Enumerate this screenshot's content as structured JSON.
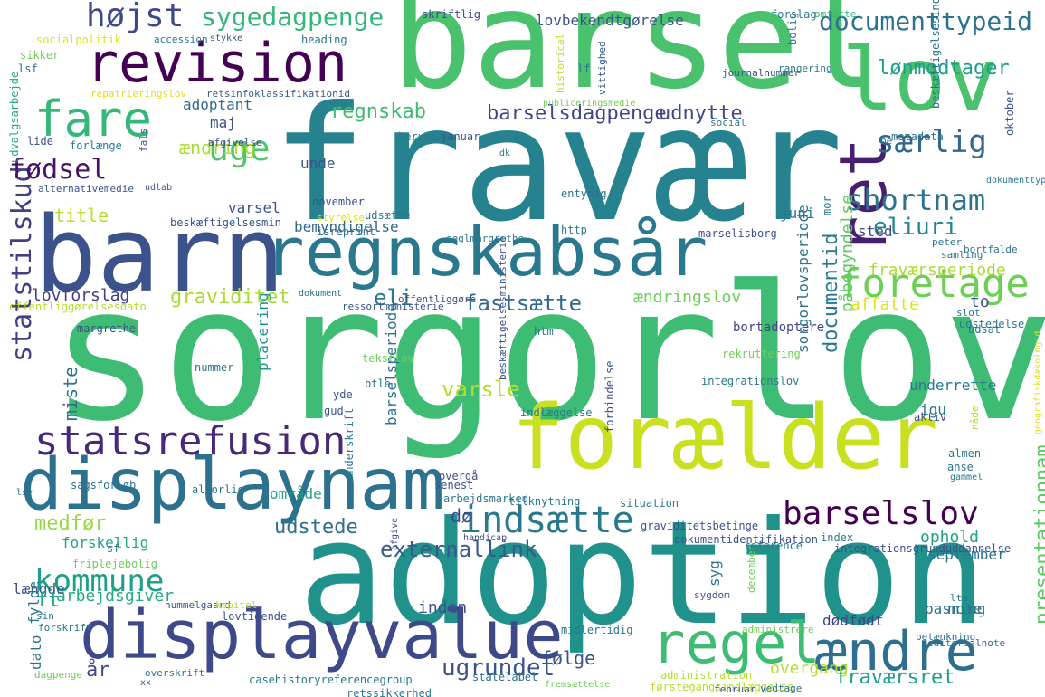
{
  "words": [
    {
      "text": "sorgorlov",
      "color": "#3fbc73"
    },
    {
      "text": "fravær",
      "color": "#26828e"
    },
    {
      "text": "barsel",
      "color": "#4ac16d"
    },
    {
      "text": "adoption",
      "color": "#21918c"
    },
    {
      "text": "barn",
      "color": "#3b528b"
    },
    {
      "text": "forælder",
      "color": "#c8e020"
    },
    {
      "text": "lov",
      "color": "#4ac16d"
    },
    {
      "text": "regnskabsår",
      "color": "#2a788e"
    },
    {
      "text": "displaynam",
      "color": "#2c728e"
    },
    {
      "text": "displayvalue",
      "color": "#3e4989"
    },
    {
      "text": "revision",
      "color": "#440154"
    },
    {
      "text": "fare",
      "color": "#35b779"
    },
    {
      "text": "ret",
      "color": "#481f70"
    },
    {
      "text": "regel",
      "color": "#3fbc73"
    },
    {
      "text": "ændre",
      "color": "#2e6e8e"
    },
    {
      "text": "foretage",
      "color": "#6ece58"
    },
    {
      "text": "statsrefusion",
      "color": "#482878"
    },
    {
      "text": "indsætte",
      "color": "#2a788e"
    },
    {
      "text": "barselslov",
      "color": "#440154"
    },
    {
      "text": "kommune",
      "color": "#1f9e89"
    },
    {
      "text": "særlig",
      "color": "#31688e"
    },
    {
      "text": "shortnam",
      "color": "#2c728e"
    },
    {
      "text": "højst",
      "color": "#3e4989"
    },
    {
      "text": "uge",
      "color": "#52c569"
    },
    {
      "text": "statstilskud",
      "color": "#433e85"
    },
    {
      "text": "fødsel",
      "color": "#471365"
    },
    {
      "text": "documenttypeid",
      "color": "#2c728e"
    },
    {
      "text": "sygedagpenge",
      "color": "#35b779"
    },
    {
      "text": "eliuri",
      "color": "#23888e"
    },
    {
      "text": "lønmodtager",
      "color": "#1f9e89"
    },
    {
      "text": "barselsdagpenge",
      "color": "#414487"
    },
    {
      "text": "graviditet",
      "color": "#a8db34"
    },
    {
      "text": "regnskab",
      "color": "#3fbc73"
    },
    {
      "text": "udnytte",
      "color": "#3e4989"
    },
    {
      "text": "fastsætte",
      "color": "#31688e"
    },
    {
      "text": "externallink",
      "color": "#38598c"
    },
    {
      "text": "varsle",
      "color": "#b5de2b"
    },
    {
      "text": "presentationnam",
      "color": "#5ec962"
    },
    {
      "text": "documentid",
      "color": "#2a788e"
    },
    {
      "text": "medfør",
      "color": "#95d840"
    },
    {
      "text": "udstede",
      "color": "#2d708e"
    },
    {
      "text": "ugrundet",
      "color": "#3b528b"
    },
    {
      "text": "fraværsret",
      "color": "#1f9e89"
    },
    {
      "text": "lovforslag",
      "color": "#433e85"
    },
    {
      "text": "eli",
      "color": "#2a788e"
    },
    {
      "text": "ændring",
      "color": "#a8db34"
    },
    {
      "text": "title",
      "color": "#b5de2b"
    },
    {
      "text": "miste",
      "color": "#2c728e"
    },
    {
      "text": "adoptant",
      "color": "#31688e"
    },
    {
      "text": "maj",
      "color": "#3b528b"
    },
    {
      "text": "bemyndigelse",
      "color": "#31688e"
    },
    {
      "text": "sorgorlovsperiode",
      "color": "#2c728e"
    },
    {
      "text": "ændringslov",
      "color": "#6ece58"
    },
    {
      "text": "fraværsperiode",
      "color": "#a8db34"
    },
    {
      "text": "påbegyndelse",
      "color": "#5ec962"
    },
    {
      "text": "affatte",
      "color": "#dde318"
    },
    {
      "text": "barselsperiode",
      "color": "#2c728e"
    },
    {
      "text": "placering",
      "color": "#21918c"
    },
    {
      "text": "varsel",
      "color": "#3b528b"
    },
    {
      "text": "område",
      "color": "#1f9e89"
    },
    {
      "text": "forskellig",
      "color": "#22a785"
    },
    {
      "text": "arbejdsgiver",
      "color": "#25ab82"
    },
    {
      "text": "længde",
      "color": "#3b528b"
    },
    {
      "text": "ft",
      "color": "#22a785"
    },
    {
      "text": "år",
      "color": "#3e4989"
    },
    {
      "text": "følge",
      "color": "#3b528b"
    },
    {
      "text": "overgang",
      "color": "#b5de2b"
    },
    {
      "text": "ophold",
      "color": "#20a386"
    },
    {
      "text": "september",
      "color": "#2c728e"
    },
    {
      "text": "dødfødt",
      "color": "#414487"
    },
    {
      "text": "pasning",
      "color": "#2c728e"
    },
    {
      "text": "note",
      "color": "#2a788e"
    },
    {
      "text": "inden",
      "color": "#3b528b"
    },
    {
      "text": "syg",
      "color": "#2a788e"
    },
    {
      "text": "dø",
      "color": "#3e4989"
    },
    {
      "text": "fylde",
      "color": "#2a788e"
    },
    {
      "text": "dato",
      "color": "#2c728e"
    },
    {
      "text": "sted",
      "color": "#3e4989"
    },
    {
      "text": "juni",
      "color": "#2a788e"
    },
    {
      "text": "underrette",
      "color": "#2a788e"
    },
    {
      "text": "igu",
      "color": "#2a788e"
    },
    {
      "text": "to",
      "color": "#3b528b"
    },
    {
      "text": "bortadoptere",
      "color": "#414487"
    },
    {
      "text": "unde",
      "color": "#3b528b"
    },
    {
      "text": "lovbekendtgørelse",
      "color": "#3b528b"
    },
    {
      "text": "skriftlig",
      "color": "#3e4989"
    },
    {
      "text": "forslag",
      "color": "#2a788e"
    },
    {
      "text": "omfatte",
      "color": "#35b779"
    },
    {
      "text": "socialpolitik",
      "color": "#dde318"
    },
    {
      "text": "accession",
      "color": "#2a788e"
    },
    {
      "text": "stykke",
      "color": "#3b528b"
    },
    {
      "text": "heading",
      "color": "#2c728e"
    },
    {
      "text": "sikker",
      "color": "#6ece58"
    },
    {
      "text": "lsf",
      "color": "#2c728e"
    },
    {
      "text": "repatrieringslov",
      "color": "#dde318"
    },
    {
      "text": "retsinfoklassifikationid",
      "color": "#38598c"
    },
    {
      "text": "udvalgsarbejde",
      "color": "#22a785"
    },
    {
      "text": "rangering",
      "color": "#2a788e"
    },
    {
      "text": "lf",
      "color": "#2c728e"
    },
    {
      "text": "journalnummer",
      "color": "#3b528b"
    },
    {
      "text": "bolig",
      "color": "#2a788e"
    },
    {
      "text": "beskæftigelsesindsats",
      "color": "#2c728e"
    },
    {
      "text": "historical",
      "color": "#b5de2b"
    },
    {
      "text": "vittighed",
      "color": "#38598c"
    },
    {
      "text": "publiceringsmedie",
      "color": "#6ece58"
    },
    {
      "text": "social",
      "color": "#2a788e"
    },
    {
      "text": "oktober",
      "color": "#3b528b"
    },
    {
      "text": "lide",
      "color": "#3b528b"
    },
    {
      "text": "forlænge",
      "color": "#2a788e"
    },
    {
      "text": "afgivelse",
      "color": "#3e4989"
    },
    {
      "text": "herunder",
      "color": "#2a788e"
    },
    {
      "text": "januar",
      "color": "#3b528b"
    },
    {
      "text": "dk",
      "color": "#2a788e"
    },
    {
      "text": "metadata",
      "color": "#2c728e"
    },
    {
      "text": "be",
      "color": "#2c728e"
    },
    {
      "text": "fals",
      "color": "#3b528b"
    },
    {
      "text": "alternativemedie",
      "color": "#3b528b"
    },
    {
      "text": "udlab",
      "color": "#3b528b"
    },
    {
      "text": "beskæftigelsesmin",
      "color": "#3b528b"
    },
    {
      "text": "november",
      "color": "#3b528b"
    },
    {
      "text": "udsætte",
      "color": "#2a788e"
    },
    {
      "text": "entydig",
      "color": "#2c728e"
    },
    {
      "text": "dokumenttype",
      "color": "#2a788e"
    },
    {
      "text": "styrelse",
      "color": "#dde318"
    },
    {
      "text": "isreprint",
      "color": "#2c728e"
    },
    {
      "text": "seglmargrethe",
      "color": "#2a788e"
    },
    {
      "text": "http",
      "color": "#2a788e"
    },
    {
      "text": "marselisborg",
      "color": "#3b528b"
    },
    {
      "text": "mor",
      "color": "#2a788e"
    },
    {
      "text": "peter",
      "color": "#2c728e"
    },
    {
      "text": "samling",
      "color": "#2a788e"
    },
    {
      "text": "bortfalde",
      "color": "#2c728e"
    },
    {
      "text": "dokument",
      "color": "#2c728e"
    },
    {
      "text": "offentliggøre",
      "color": "#3b528b"
    },
    {
      "text": "ressortministerie",
      "color": "#3b528b"
    },
    {
      "text": "offentliggørelsesdato",
      "color": "#b5de2b"
    },
    {
      "text": "slot",
      "color": "#2a788e"
    },
    {
      "text": "udstedelse",
      "color": "#2a788e"
    },
    {
      "text": "udsat",
      "color": "#2a788e"
    },
    {
      "text": "geografiskdækningid",
      "color": "#dde318"
    },
    {
      "text": "margrethe",
      "color": "#3b528b"
    },
    {
      "text": "beskæftigelsesministerie",
      "color": "#3b528b"
    },
    {
      "text": "htm",
      "color": "#2a788e"
    },
    {
      "text": "tekstlov",
      "color": "#6ece58"
    },
    {
      "text": "rekruttering",
      "color": "#6ece58"
    },
    {
      "text": "nummer",
      "color": "#2a788e"
    },
    {
      "text": "btle",
      "color": "#2c728e"
    },
    {
      "text": "forbindelse",
      "color": "#3b528b"
    },
    {
      "text": "yde",
      "color": "#3b528b"
    },
    {
      "text": "gud",
      "color": "#3b528b"
    },
    {
      "text": "indlæggelse",
      "color": "#2a788e"
    },
    {
      "text": "aktiv",
      "color": "#3b528b"
    },
    {
      "text": "integrationslov",
      "color": "#2a788e"
    },
    {
      "text": "nåde",
      "color": "#b5de2b"
    },
    {
      "text": "sagsforløb",
      "color": "#2c728e"
    },
    {
      "text": "alvorlig",
      "color": "#2a788e"
    },
    {
      "text": "overgå",
      "color": "#3b528b"
    },
    {
      "text": "senest",
      "color": "#3b528b"
    },
    {
      "text": "arbejdsmarked",
      "color": "#2a788e"
    },
    {
      "text": "tilknytning",
      "color": "#2a788e"
    },
    {
      "text": "almen",
      "color": "#2a788e"
    },
    {
      "text": "anse",
      "color": "#2c728e"
    },
    {
      "text": "gammel",
      "color": "#2a788e"
    },
    {
      "text": "underskrift",
      "color": "#2a788e"
    },
    {
      "text": "lsv",
      "color": "#2c728e"
    },
    {
      "text": "sf",
      "color": "#2a788e"
    },
    {
      "text": "friplejebolig",
      "color": "#6ece58"
    },
    {
      "text": "situation",
      "color": "#2a788e"
    },
    {
      "text": "graviditetsbetinge",
      "color": "#3b528b"
    },
    {
      "text": "handicap",
      "color": "#3b528b"
    },
    {
      "text": "dokumentidentifikation",
      "color": "#3b528b"
    },
    {
      "text": "reference",
      "color": "#2a788e"
    },
    {
      "text": "index",
      "color": "#2a788e"
    },
    {
      "text": "integrationsgrunduddannelse",
      "color": "#3b528b"
    },
    {
      "text": "hummelgaard",
      "color": "#3b528b"
    },
    {
      "text": "kapitel",
      "color": "#b5de2b"
    },
    {
      "text": "sin",
      "color": "#2c728e"
    },
    {
      "text": "forskrift",
      "color": "#2a788e"
    },
    {
      "text": "lovtidende",
      "color": "#3b528b"
    },
    {
      "text": "afgive",
      "color": "#3b528b"
    },
    {
      "text": "december",
      "color": "#6ece58"
    },
    {
      "text": "sygdom",
      "color": "#3b528b"
    },
    {
      "text": "lta",
      "color": "#2a788e"
    },
    {
      "text": "administrere",
      "color": "#6ece58"
    },
    {
      "text": "betænkning",
      "color": "#2c728e"
    },
    {
      "text": "editorialnote",
      "color": "#2c728e"
    },
    {
      "text": "midlertidig",
      "color": "#2a788e"
    },
    {
      "text": "dagpenge",
      "color": "#6ece58"
    },
    {
      "text": "overskrift",
      "color": "#2c728e"
    },
    {
      "text": "xx",
      "color": "#3b528b"
    },
    {
      "text": "casehistoryreferencegroup",
      "color": "#2a788e"
    },
    {
      "text": "retssikkerhed",
      "color": "#2a788e"
    },
    {
      "text": "statelabel",
      "color": "#2c728e"
    },
    {
      "text": "fremsættelse",
      "color": "#6ece58"
    },
    {
      "text": "førstegangsindlæggelse",
      "color": "#b5de2b"
    },
    {
      "text": "februar",
      "color": "#3b528b"
    },
    {
      "text": "administration",
      "color": "#b5de2b"
    },
    {
      "text": "vedtage",
      "color": "#2c728e"
    },
    {
      "text": "ressort",
      "color": "#2a788e"
    }
  ]
}
